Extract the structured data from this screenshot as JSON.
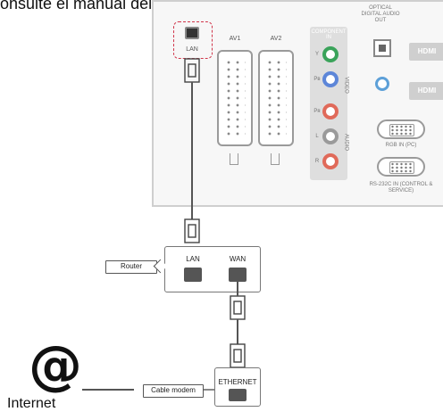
{
  "caption": "onsulte el manual del router.",
  "tv_panel": {
    "lan_label": "LAN",
    "av1_label": "AV1",
    "av2_label": "AV2",
    "component_in_label": "COMPONENT IN",
    "jack_labels": [
      "Y",
      "Pʙ",
      "Pʀ",
      "L",
      "R"
    ],
    "video_label": "VIDEO",
    "audio_label": "AUDIO",
    "optical_label": "OPTICAL DIGITAL AUDIO OUT",
    "hdmi_labels": [
      "HDMI",
      "HDMI"
    ],
    "rgb_label": "RGB IN (PC)",
    "rs232_label": "RS-232C IN (CONTROL & SERVICE)"
  },
  "router": {
    "callout": "Router",
    "lan_label": "LAN",
    "wan_label": "WAN"
  },
  "modem": {
    "callout": "Cable modem",
    "ethernet_label": "ETHERNET"
  },
  "internet": {
    "symbol": "@",
    "label": "Internet"
  }
}
